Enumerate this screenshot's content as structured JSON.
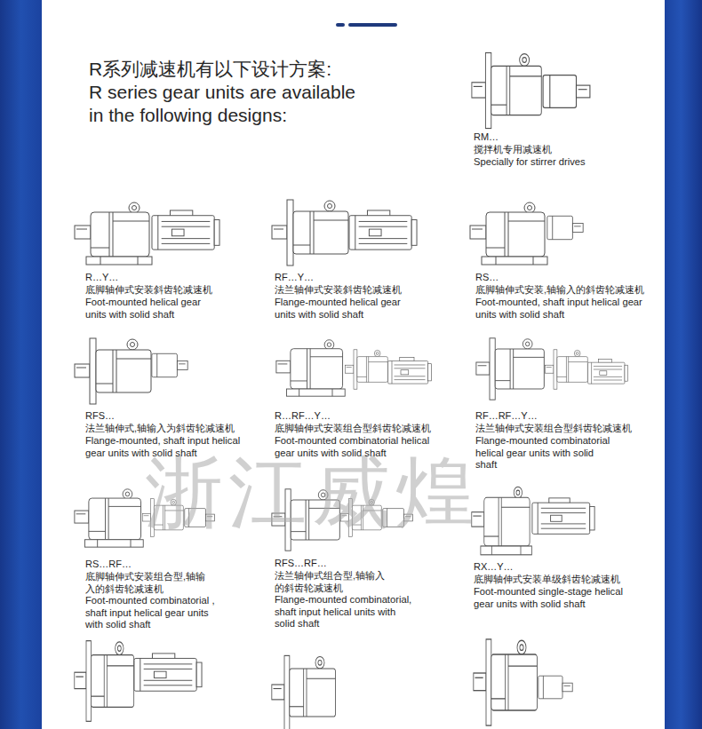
{
  "diagram": {
    "title": "R系列减速机有以下设计方案:",
    "labels": [
      "R series gear units are available in the following designs:",
      "RM…",
      "搅拌机专用减速机",
      "Specially for stirrer drives",
      "R…Y…",
      "底脚轴伸式安装斜齿轮减速机",
      "Foot-mounted helical gear units with solid shaft",
      "RF…Y…",
      "法兰轴伸式安装斜齿轮减速机",
      "Flange-mounted helical gear units with solid shaft",
      "RS…",
      "底脚轴伸式安装,轴输入的斜齿轮减速机",
      "Foot-mounted, shaft input helical gear units with solid shaft",
      "RFS…",
      "法兰轴伸式,轴输入为斜齿轮减速机",
      "Flange-mounted, shaft input helical gear units with solid shaft",
      "R…RF…Y…",
      "底脚轴伸式安装组合型斜齿轮减速机",
      "Foot-mounted combinatorial helical gear units with solid shaft",
      "RF…RF…Y…",
      "法兰轴伸式安装组合型斜齿轮减速机",
      "Flange-mounted combinatorial helical gear units with solid shaft",
      "RS…RF…",
      "底脚轴伸式安装组合型,轴输入的斜齿轮减速机",
      "Foot-mounted combinatorial , shaft input helical gear units with solid shaft",
      "RFS…RF…",
      "法兰轴伸式组合型,轴输入的斜齿轮减速机",
      "Flange-mounted combinatorial, shaft input helical units with solid shaft",
      "RX…Y…",
      "底脚轴伸式安装单级斜齿轮减速机",
      "Foot-mounted single-stage helical gear units with solid shaft",
      "浙江威煌"
    ]
  }
}
